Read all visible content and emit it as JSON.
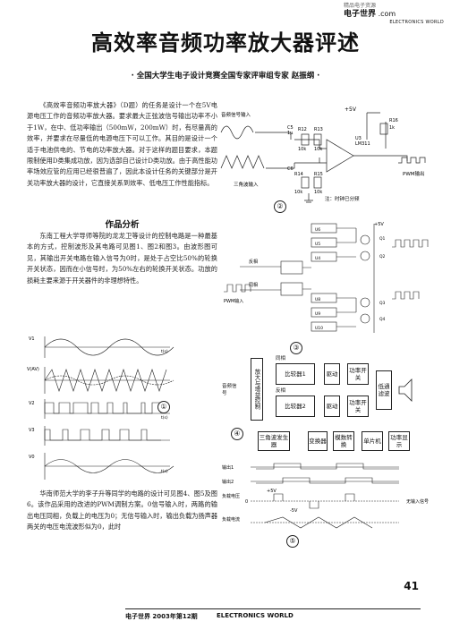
{
  "header": {
    "logo_line1": "精品电子资源",
    "logo_line2": "电子世界",
    "logo_line3": ".com",
    "logo_line4": "ELECTRONICS WORLD"
  },
  "article": {
    "title": "高效率音频功率放大器评述",
    "authors": "· 全国大学生电子设计竞赛全国专家评审组专家  赵振纲 ·",
    "intro": [
      "《高效率音频功率放大器》（D题）的任务是设计一个在5V电源电压工作的音频功率放大器。要求最大正弦波信号输出功率不小于1W，在中、低功率输出（500mW，200mW）时，有尽量高的效率，并要求在尽量低的电源电压下可以工作。其目的是设计一个适于电池供电的、节电的功率放大器。对于这样的题目要求，本题限制使用D类集成功放，因为选部自己设计D类功放。由于高性能功率场效应管的应用已经很普遍了，因此本设计任务的关键部分是开关功率放大器的设计，它直接关系到效率、低电压工作性能指标。"
    ],
    "section_heading": "作品分析",
    "analysis": [
      "东南工程大学导师等院的龙龙卫等设计的控制电路是一种最基本的方式，控制波形及其电路可见图1、图2和图3。由波形图可见，其输出开关电路在输入信号为0时，是处于占空比50%的轮换开关状态，因而在小信号时，为50%左右的轮换开关状态。功放的损耗主要来源于开关器件的非理想特性。"
    ],
    "bottom_para": "华南师范大学的李子升等同学的电路的设计可见图4、图5及图6。该作品采用的改进的PWM调制方案。0信号输入时，两路的输出电压同相，负载上的电压为0；无信号输入时，输出负载为扬声器两关的电压电流波形似为0，此时"
  },
  "figures": {
    "fig1_label": "①",
    "fig2_label": "②",
    "fig3_label": "③",
    "fig4_label": "④",
    "fig5_label": "⑤",
    "fig2": {
      "vcc": "+5V",
      "audio_in": "音频信号输入",
      "tri_in": "三角波输入",
      "pwm_out": "PWM输出",
      "note": "注：时钟已分频",
      "parts": [
        "C5",
        "1μ",
        "R12",
        "10k",
        "R13",
        "10k",
        "U3",
        "LM311",
        "R16",
        "1k",
        "C6",
        "R14",
        "10k",
        "R15",
        "10k"
      ]
    },
    "fig3": {
      "vcc": "+5V",
      "labels": [
        "U6",
        "U5",
        "U4",
        "U8",
        "U9",
        "U10",
        "Q1",
        "Q2",
        "Q3",
        "Q4",
        "PWM输入",
        "反相",
        "同相"
      ]
    },
    "fig1": {
      "traces": [
        "V1",
        "V(AV)",
        "V2",
        "V3",
        "V0"
      ],
      "tlabel": "t(s)"
    },
    "fig4": {
      "blocks": {
        "input": "音频信号",
        "amp": "放大与增益控制",
        "comp1": "比较器1",
        "comp2": "比较器2",
        "drive1": "驱动",
        "drive2": "驱动",
        "switch1": "功率开关",
        "switch2": "功率开关",
        "filter": "低通滤波",
        "tri": "三角波发生器",
        "xfmr": "变换器",
        "adc": "模数转换",
        "mcu": "单片机",
        "disp": "功率显示"
      },
      "labels": {
        "same_phase": "同相",
        "inv_phase": "反相"
      }
    },
    "fig5": {
      "rows": [
        "输出1",
        "输出2",
        "负载电压",
        "负载电流"
      ],
      "v_pos": "+5V",
      "v_neg": "-5V",
      "note": "无输入信号",
      "zero": "0"
    }
  },
  "footer": {
    "left": "电子世界 2003年第12期",
    "right": "ELECTRONICS WORLD",
    "page": "41"
  }
}
